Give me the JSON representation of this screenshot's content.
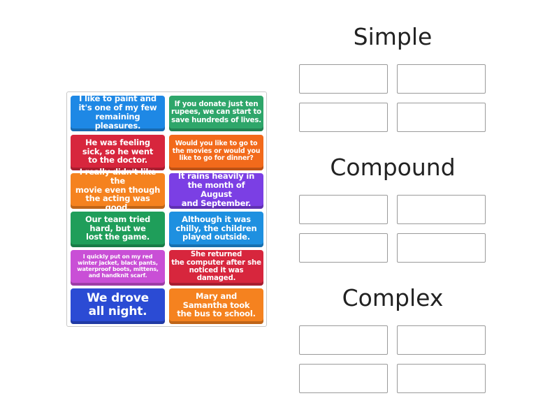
{
  "bank": {
    "cards": [
      {
        "text": "I like to paint and\nit's one of my few\nremaining pleasures.",
        "color": "#1e88e5"
      },
      {
        "text": "If you donate just ten\nrupees, we can start to\nsave hundreds of lives.",
        "color": "#2ea66a"
      },
      {
        "text": "He was feeling\nsick, so he went\nto the doctor.",
        "color": "#d7263d"
      },
      {
        "text": "Would you like to go to\nthe movies or would you\nlike to go for dinner?",
        "color": "#f26a1b"
      },
      {
        "text": "I really didn't like the\nmovie even though\nthe acting was good.",
        "color": "#f5821f"
      },
      {
        "text": "It rains heavily in\nthe month of August\nand September.",
        "color": "#7b3fe4"
      },
      {
        "text": "Our team tried\nhard, but we\nlost the game.",
        "color": "#1f9e5a"
      },
      {
        "text": "Although it was\nchilly, the children\nplayed outside.",
        "color": "#1e90e0"
      },
      {
        "text": "I quickly put on my red\nwinter jacket, black pants,\nwaterproof boots, mittens,\nand handknit scarf.",
        "color": "#c94fd6"
      },
      {
        "text": "She returned\nthe computer after she\nnoticed it was damaged.",
        "color": "#d7263d"
      },
      {
        "text": "We drove\nall night.",
        "color": "#2b4bd4"
      },
      {
        "text": "Mary and\nSamantha took\nthe bus to school.",
        "color": "#f5821f"
      }
    ]
  },
  "groups": [
    {
      "title": "Simple"
    },
    {
      "title": "Compound"
    },
    {
      "title": "Complex"
    }
  ]
}
